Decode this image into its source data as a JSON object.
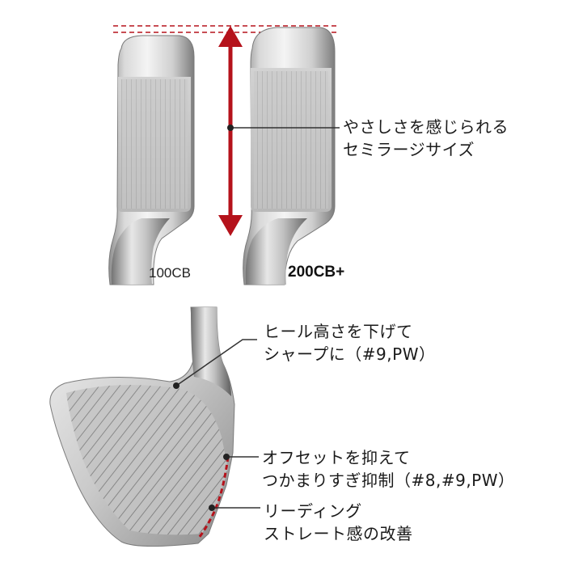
{
  "models": {
    "left_label": "100CB",
    "right_label": "200CB+"
  },
  "annotations": {
    "size": [
      "やさしさを感じられる",
      "セミラージサイズ"
    ],
    "heel": [
      "ヒール高さを下げて",
      "シャープに（#9,PW）"
    ],
    "offset": [
      "オフセットを抑えて",
      "つかまりすぎ抑制（#8,#9,PW）"
    ],
    "leading": [
      "リーディング",
      "ストレート感の改善"
    ]
  },
  "colors": {
    "accent_red": "#b5121b",
    "guide_line": "#333333"
  }
}
